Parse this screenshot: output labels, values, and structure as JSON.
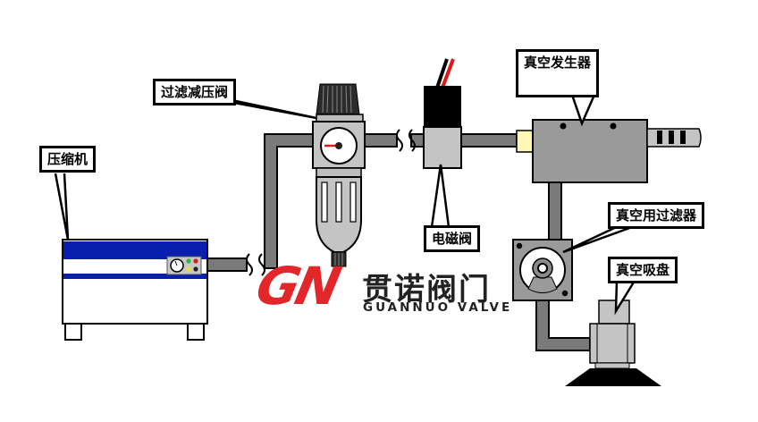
{
  "labels": {
    "compressor": "压缩机",
    "filter_regulator": "过滤减压阀",
    "solenoid_valve": "电磁阀",
    "vacuum_generator": "真空发生器",
    "vacuum_filter": "真空用过滤器",
    "vacuum_suction_cup": "真空吸盘"
  },
  "brand": {
    "logo_mark": "GN",
    "name_cn": "贯诺阀门",
    "name_en": "GUANNUO VALVE"
  },
  "colors": {
    "pipe": "#7a7a7a",
    "device_gray": "#9a9a9a",
    "compressor_blue": "#0a1fb0",
    "brand_red": "#e3262a",
    "fitting_yellow": "#fff7b8",
    "wire_red": "#e01818",
    "wire_black": "#000000"
  }
}
